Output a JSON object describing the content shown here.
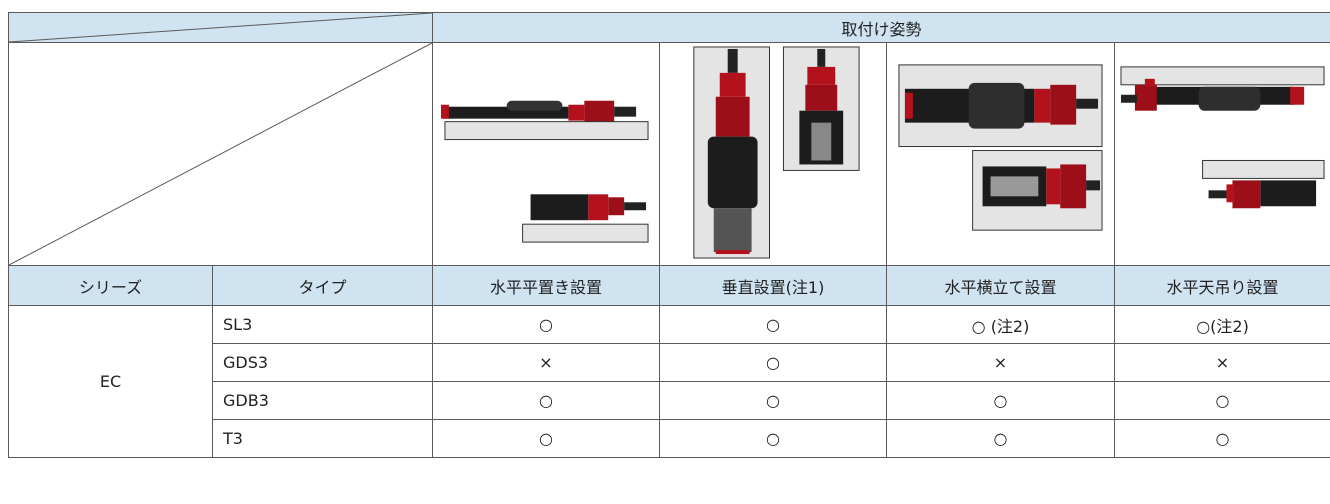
{
  "header": {
    "title": "取付け姿勢"
  },
  "columns": [
    "シリーズ",
    "タイプ",
    "水平平置き設置",
    "垂直設置(注1)",
    "水平横立て設置",
    "水平天吊り設置"
  ],
  "series_name": "EC",
  "rows": [
    {
      "type": "SL3",
      "values": [
        "○",
        "○",
        "○ (注2)",
        "○(注2)"
      ]
    },
    {
      "type": "GDS3",
      "values": [
        "×",
        "○",
        "×",
        "×"
      ]
    },
    {
      "type": "GDB3",
      "values": [
        "○",
        "○",
        "○",
        "○"
      ]
    },
    {
      "type": "T3",
      "values": [
        "○",
        "○",
        "○",
        "○"
      ]
    }
  ],
  "colors": {
    "header_bg": "#cfe3f1",
    "actuator_red": "#b3121c",
    "actuator_black": "#1c1c1c",
    "plate_gray": "#e4e4e4"
  }
}
